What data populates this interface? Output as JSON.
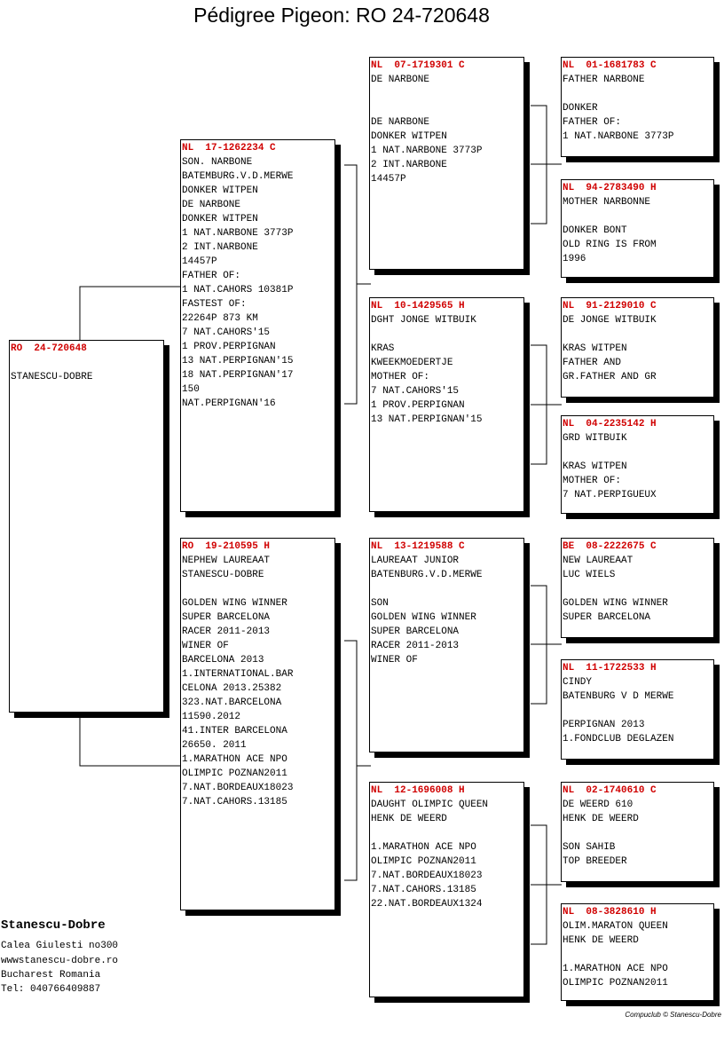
{
  "title": "Pédigree Pigeon: RO  24-720648",
  "pigeons": [
    {
      "ring": "RO  24-720648",
      "lines": [
        "",
        "STANESCU-DOBRE"
      ]
    },
    {
      "ring": "NL  17-1262234 C",
      "lines": [
        "SON. NARBONE",
        "BATEMBURG.V.D.MERWE",
        "DONKER WITPEN",
        "DE NARBONE",
        "DONKER WITPEN",
        "1 NAT.NARBONE 3773P",
        "2 INT.NARBONE",
        "14457P",
        "FATHER OF:",
        "1 NAT.CAHORS 10381P",
        "FASTEST OF:",
        "22264P 873 KM",
        "7 NAT.CAHORS'15",
        "1 PROV.PERPIGNAN",
        "13 NAT.PERPIGNAN'15",
        "18 NAT.PERPIGNAN'17",
        "150",
        "NAT.PERPIGNAN'16"
      ]
    },
    {
      "ring": "RO  19-210595 H",
      "lines": [
        "NEPHEW LAUREAAT",
        "STANESCU-DOBRE",
        "",
        "GOLDEN WING WINNER",
        "SUPER BARCELONA",
        "RACER 2011-2013",
        "WINER OF",
        "BARCELONA 2013",
        "1.INTERNATIONAL.BAR",
        "CELONA 2013.25382",
        "323.NAT.BARCELONA",
        "11590.2012",
        "41.INTER BARCELONA",
        "26650. 2011",
        "1.MARATHON ACE NPO",
        "OLIMPIC POZNAN2011",
        "7.NAT.BORDEAUX18023",
        "7.NAT.CAHORS.13185"
      ]
    },
    {
      "ring": "NL  07-1719301 C",
      "lines": [
        "DE NARBONE",
        "",
        "",
        "DE NARBONE",
        "DONKER WITPEN",
        "1 NAT.NARBONE 3773P",
        "2 INT.NARBONE",
        "14457P"
      ]
    },
    {
      "ring": "NL  10-1429565 H",
      "lines": [
        "DGHT JONGE WITBUIK",
        "",
        "KRAS",
        "KWEEKMOEDERTJE",
        "MOTHER OF:",
        "7 NAT.CAHORS'15",
        "1 PROV.PERPIGNAN",
        "13 NAT.PERPIGNAN'15"
      ]
    },
    {
      "ring": "NL  13-1219588 C",
      "lines": [
        "LAUREAAT JUNIOR",
        "BATENBURG.V.D.MERWE",
        "",
        "SON",
        "GOLDEN WING WINNER",
        "SUPER BARCELONA",
        "RACER 2011-2013",
        "WINER OF"
      ]
    },
    {
      "ring": "NL  12-1696008 H",
      "lines": [
        "DAUGHT OLIMPIC QUEEN",
        "HENK DE WEERD",
        "",
        "1.MARATHON ACE NPO",
        "OLIMPIC POZNAN2011",
        "7.NAT.BORDEAUX18023",
        "7.NAT.CAHORS.13185",
        "22.NAT.BORDEAUX1324"
      ]
    },
    {
      "ring": "NL  01-1681783 C",
      "lines": [
        "FATHER NARBONE",
        "",
        "DONKER",
        "FATHER OF:",
        "1 NAT.NARBONE 3773P"
      ]
    },
    {
      "ring": "NL  94-2783490 H",
      "lines": [
        "MOTHER NARBONNE",
        "",
        "DONKER BONT",
        "OLD RING IS FROM",
        "1996"
      ]
    },
    {
      "ring": "NL  91-2129010 C",
      "lines": [
        "DE JONGE WITBUIK",
        "",
        "KRAS WITPEN",
        "FATHER AND",
        "GR.FATHER AND GR"
      ]
    },
    {
      "ring": "NL  04-2235142 H",
      "lines": [
        "GRD WITBUIK",
        "",
        "KRAS WITPEN",
        "MOTHER OF:",
        "7 NAT.PERPIGUEUX"
      ]
    },
    {
      "ring": "BE  08-2222675 C",
      "lines": [
        "NEW LAUREAAT",
        "LUC WIELS",
        "",
        "GOLDEN WING WINNER",
        "SUPER BARCELONA"
      ]
    },
    {
      "ring": "NL  11-1722533 H",
      "lines": [
        "CINDY",
        "BATENBURG V D MERWE",
        "",
        "PERPIGNAN 2013",
        "1.FONDCLUB DEGLAZEN"
      ]
    },
    {
      "ring": "NL  02-1740610 C",
      "lines": [
        "DE WEERD 610",
        "HENK DE WEERD",
        "",
        "SON SAHIB",
        "TOP BREEDER"
      ]
    },
    {
      "ring": "NL  08-3828610 H",
      "lines": [
        "OLIM.MARATON QUEEN",
        "HENK DE WEERD",
        "",
        "1.MARATHON ACE NPO",
        "OLIMPIC POZNAN2011"
      ]
    }
  ],
  "breeder": {
    "name": "Stanescu-Dobre",
    "address": [
      "Calea Giulesti no300",
      "wwwstanescu-dobre.ro",
      "Bucharest Romania",
      "Tel: 040766409887"
    ]
  },
  "credit": "Compuclub © Stanescu-Dobre"
}
